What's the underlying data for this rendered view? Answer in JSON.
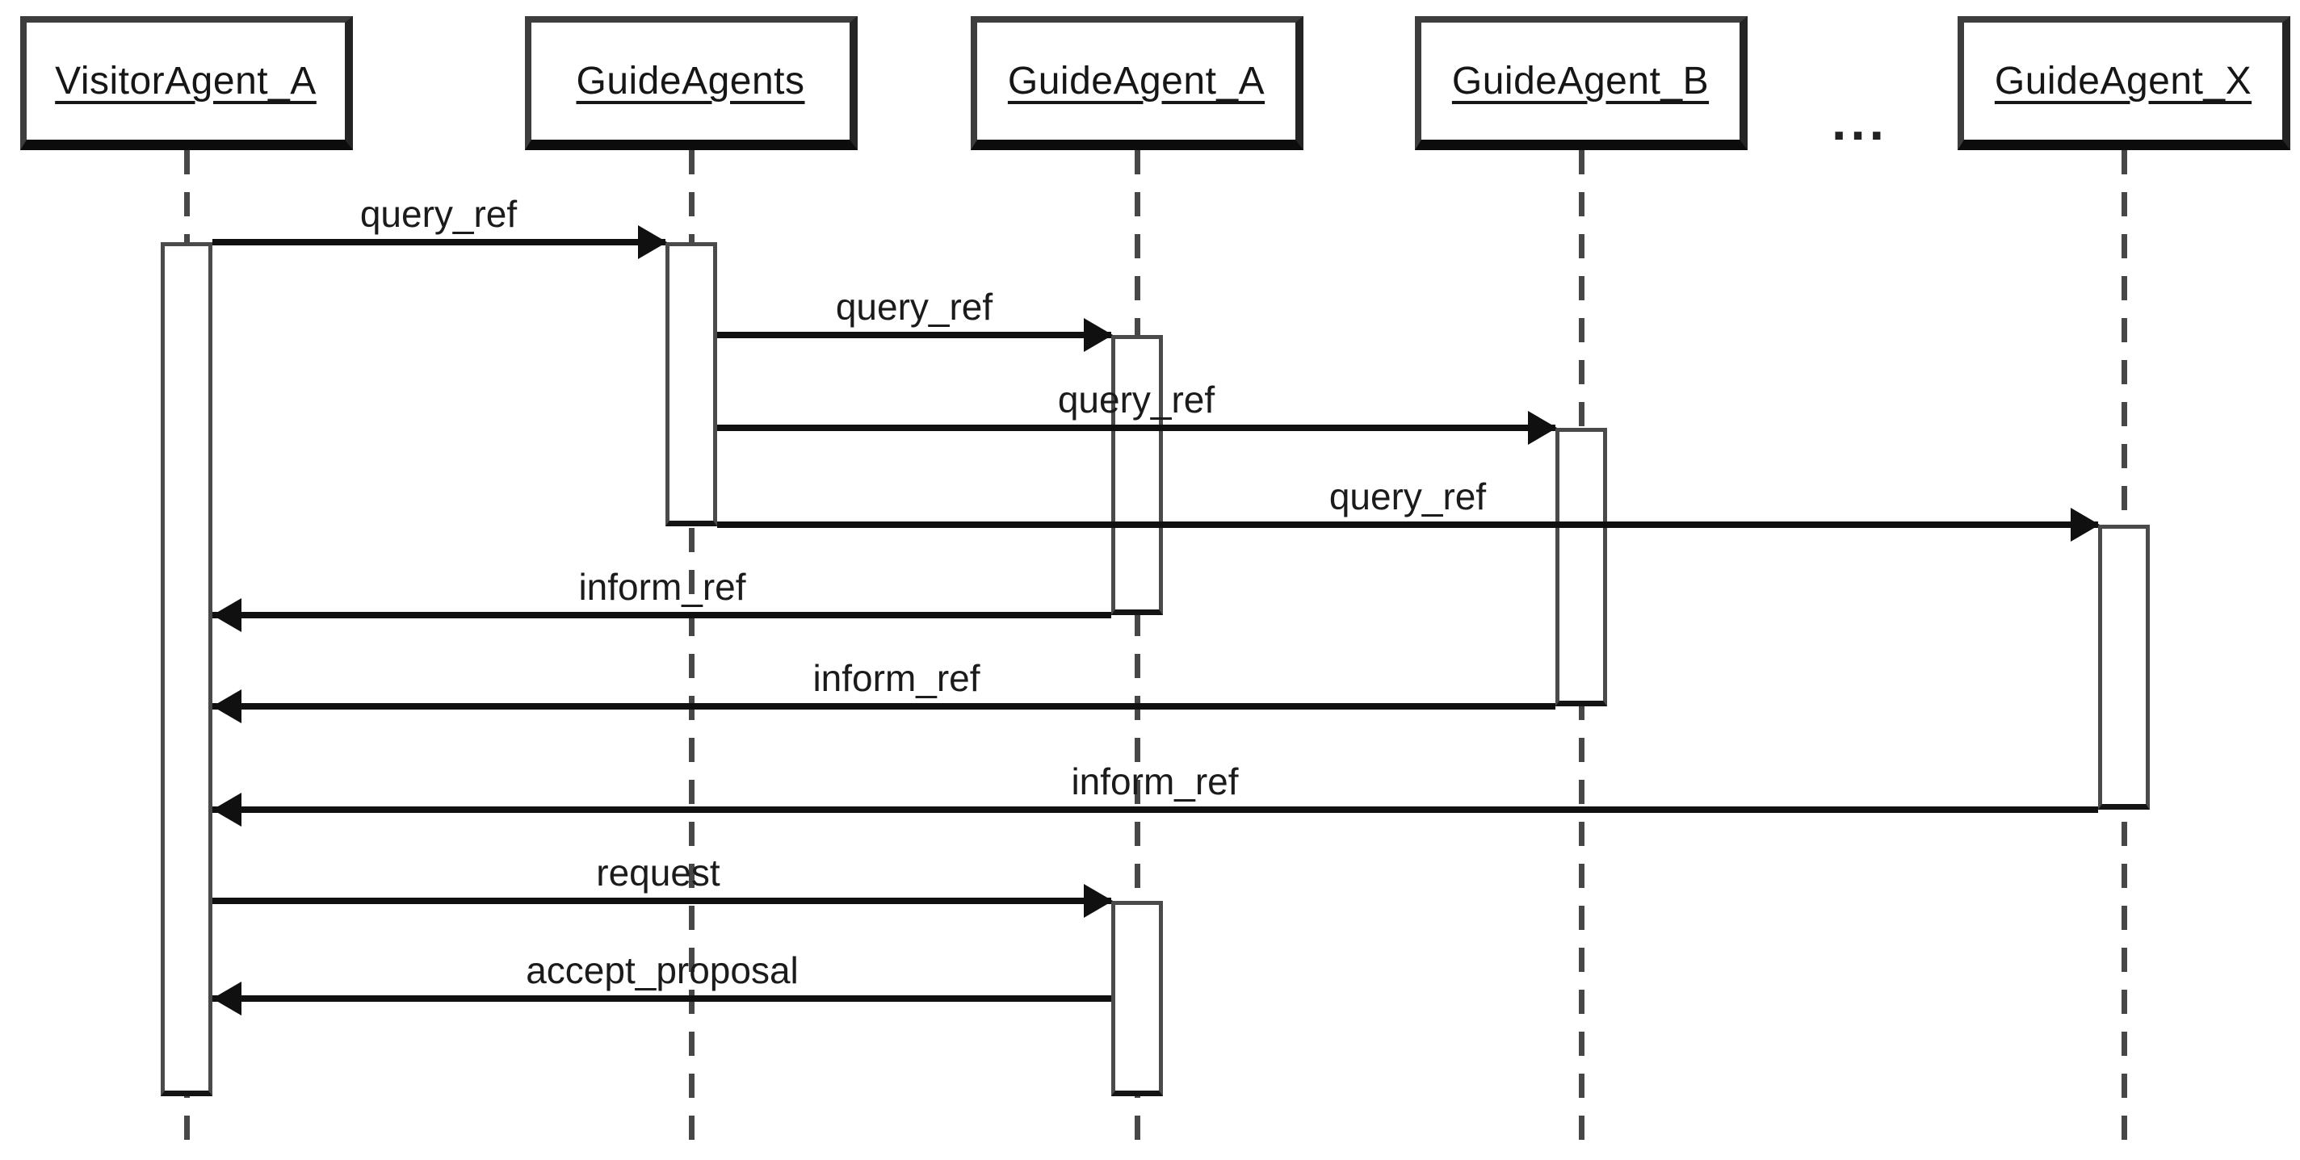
{
  "diagram": {
    "type": "uml-sequence-diagram",
    "background": "#ffffff",
    "line_color": "#101010",
    "text_color": "#1b1b1b",
    "ellipsis": "...",
    "actors": [
      {
        "label": "VisitorAgent_A"
      },
      {
        "label": "GuideAgents"
      },
      {
        "label": "GuideAgent_A"
      },
      {
        "label": "GuideAgent_B"
      },
      {
        "label": "GuideAgent_X"
      }
    ],
    "messages": [
      {
        "label": "query_ref",
        "from": "VisitorAgent_A",
        "to": "GuideAgents"
      },
      {
        "label": "query_ref",
        "from": "GuideAgents",
        "to": "GuideAgent_A"
      },
      {
        "label": "query_ref",
        "from": "GuideAgents",
        "to": "GuideAgent_B"
      },
      {
        "label": "query_ref",
        "from": "GuideAgents",
        "to": "GuideAgent_X"
      },
      {
        "label": "inform_ref",
        "from": "GuideAgent_A",
        "to": "VisitorAgent_A"
      },
      {
        "label": "inform_ref",
        "from": "GuideAgent_B",
        "to": "VisitorAgent_A"
      },
      {
        "label": "inform_ref",
        "from": "GuideAgent_X",
        "to": "VisitorAgent_A"
      },
      {
        "label": "request",
        "from": "VisitorAgent_A",
        "to": "GuideAgent_A"
      },
      {
        "label": "accept_proposal",
        "from": "GuideAgent_A",
        "to": "VisitorAgent_A"
      }
    ]
  }
}
